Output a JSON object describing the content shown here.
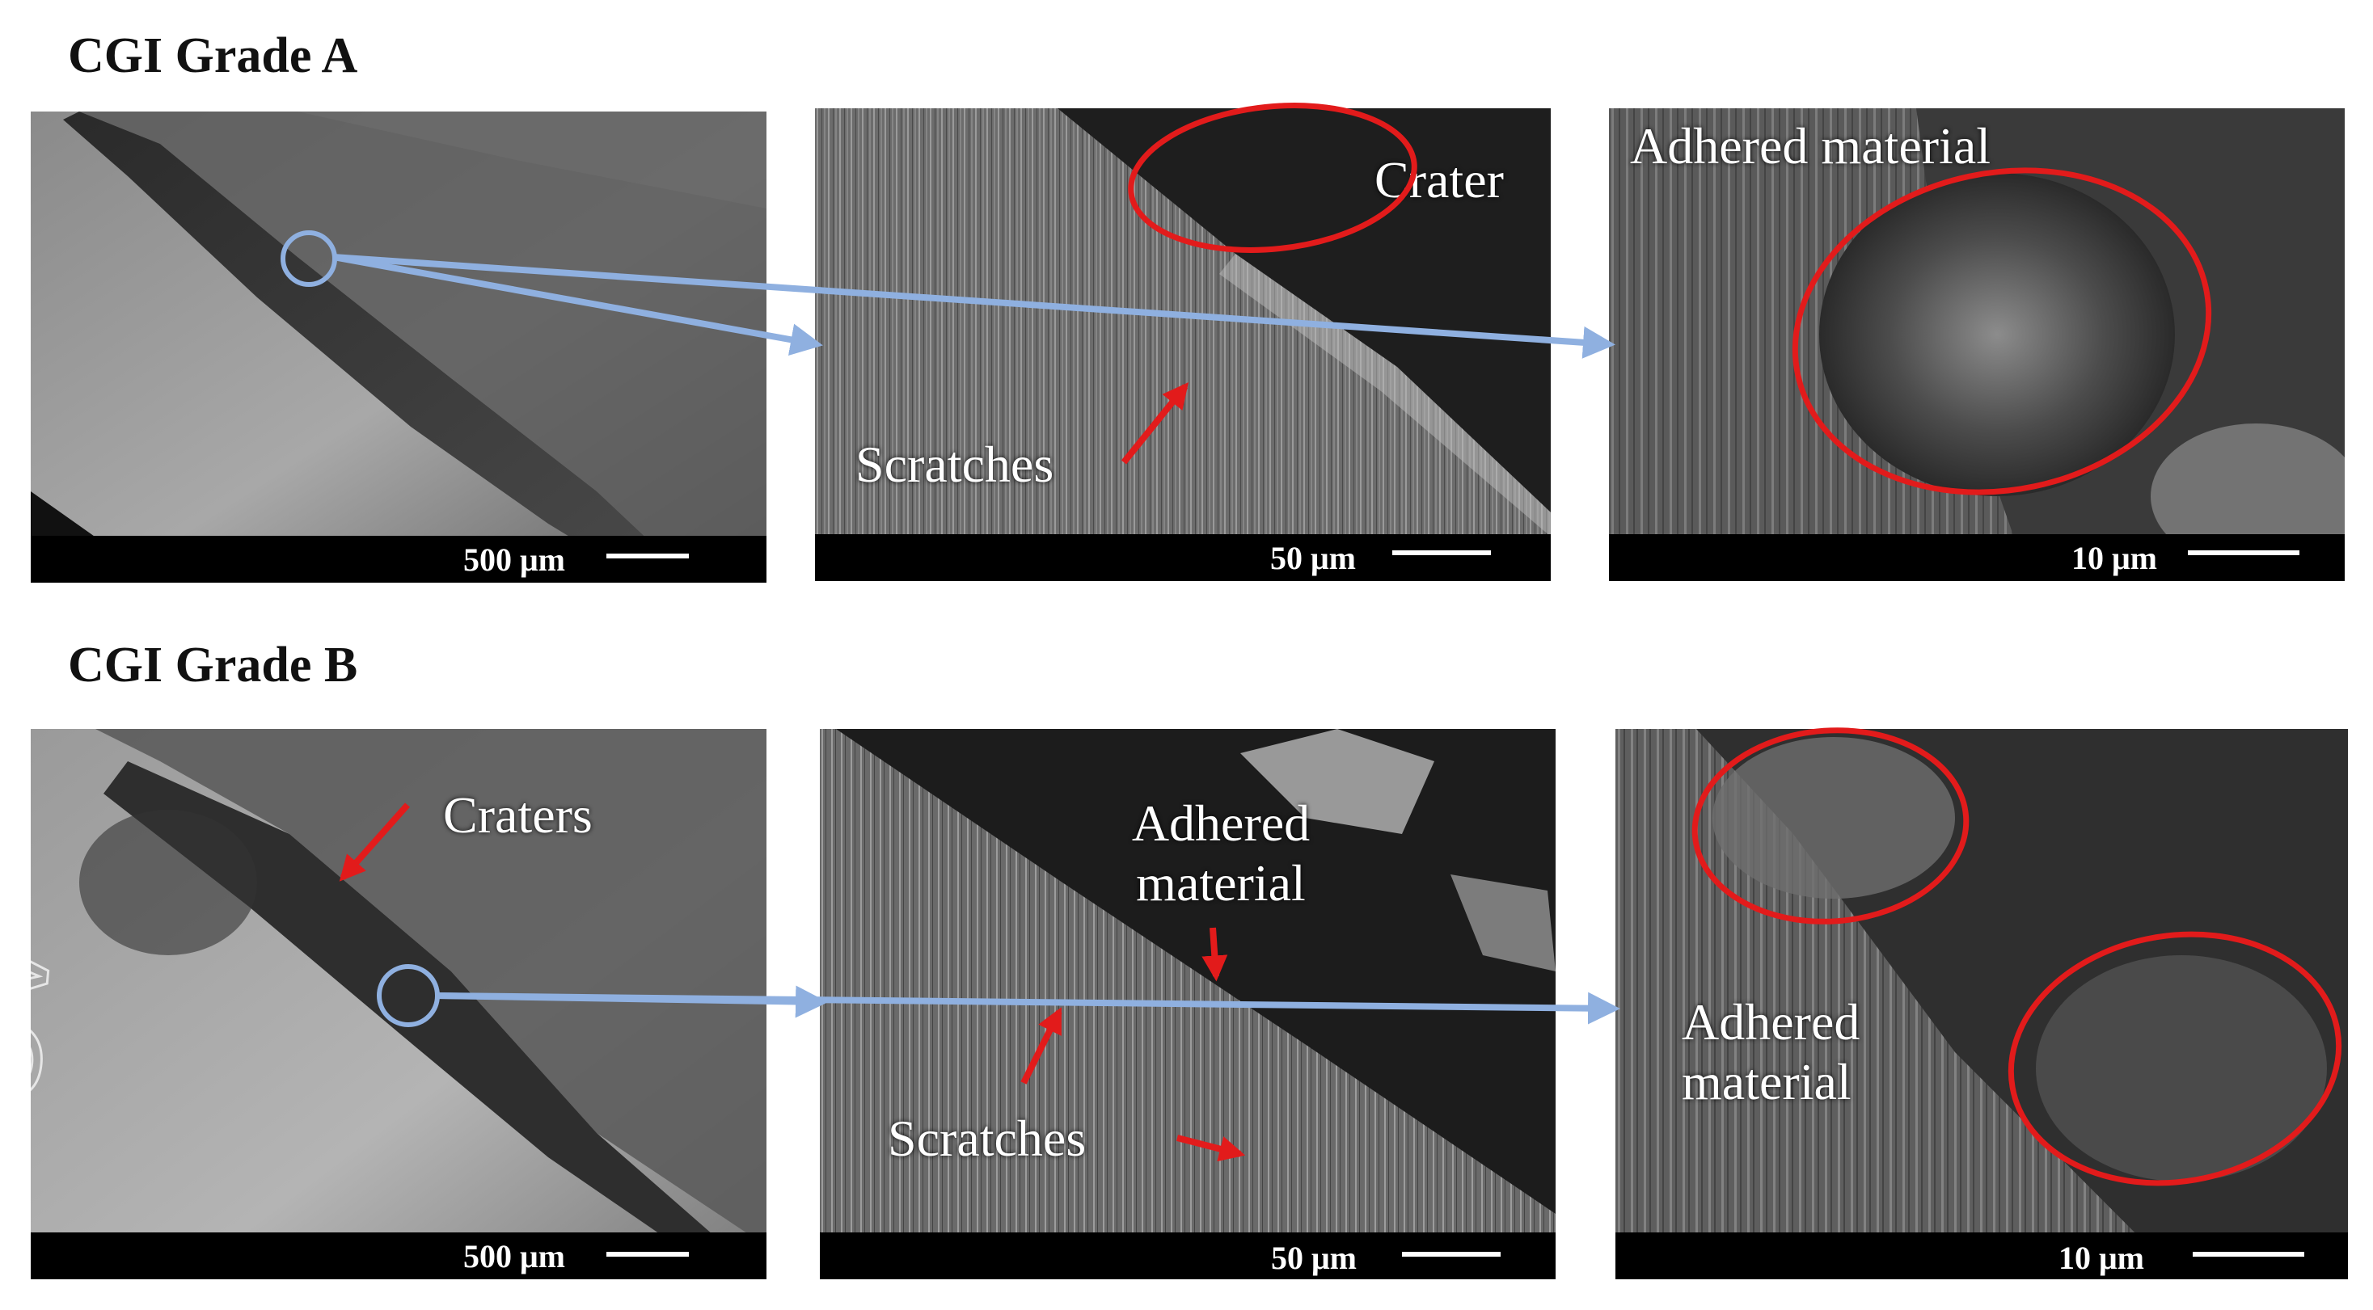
{
  "rows": [
    {
      "title": "CGI Grade A",
      "panels": [
        {
          "scale": "500 μm"
        },
        {
          "scale": "50 μm",
          "annotations": [
            "Crater",
            "Scratches"
          ]
        },
        {
          "scale": "10 μm",
          "annotations": [
            "Adhered material"
          ]
        }
      ]
    },
    {
      "title": "CGI Grade B",
      "panels": [
        {
          "scale": "500 μm",
          "annotations": [
            "Craters"
          ],
          "engraving": "AC"
        },
        {
          "scale": "50 μm",
          "annotations": [
            "Adhered material",
            "Scratches"
          ]
        },
        {
          "scale": "10 μm",
          "annotations": [
            "Adhered material"
          ]
        }
      ]
    }
  ],
  "colors": {
    "highlight_ellipse": "#e21b1b",
    "arrow_red": "#e21b1b",
    "zoom_arrow": "#8fb0e0",
    "scalebar": "#000000"
  }
}
